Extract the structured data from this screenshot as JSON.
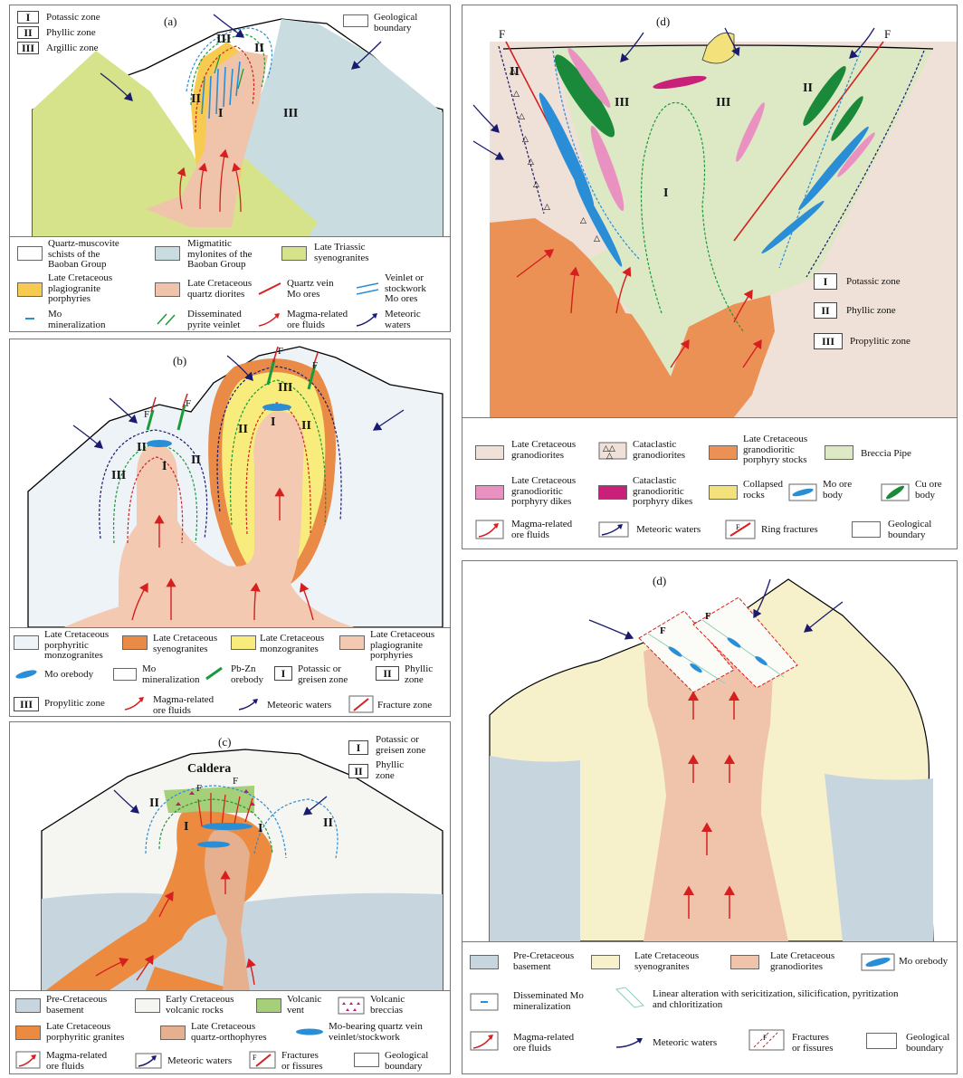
{
  "panels": {
    "a": {
      "title": "(a)",
      "zone_keys": [
        {
          "sym": "I",
          "label": "Potassic zone"
        },
        {
          "sym": "II",
          "label": "Phyllic zone"
        },
        {
          "sym": "III",
          "label": "Argillic zone"
        }
      ],
      "boundary_label": [
        "Geological",
        "boundary"
      ],
      "zone_labels": {
        "I": "I",
        "II": "II",
        "III": "III"
      },
      "legend": [
        [
          "Quartz-muscovite",
          "schists of the",
          "Baoban Group"
        ],
        [
          "Migmatitic",
          "mylonites of the",
          "Baoban Group"
        ],
        [
          "Late Triassic",
          "syenogranites"
        ],
        [
          "Late Cretaceous",
          "plagiogranite",
          "porphyries"
        ],
        [
          "Late Cretaceous",
          "quartz diorites"
        ],
        [
          "Quartz vein",
          "Mo ores"
        ],
        [
          "Veinlet or",
          "stockwork",
          "Mo ores"
        ],
        [
          "Mo",
          "mineralization"
        ],
        [
          "Disseminated",
          "pyrite veinlet"
        ],
        [
          "Magma-related",
          "ore fluids"
        ],
        [
          "Meteoric",
          "waters"
        ]
      ],
      "colors": {
        "schist": "#ffffff",
        "mylonite": "#c9dde0",
        "syeno": "#d6e38a",
        "plagio": "#f7cb4f",
        "qdiorite": "#f0c4aa"
      }
    },
    "b": {
      "title": "(b)",
      "fault_label": "F",
      "zone_labels": {
        "I": "I",
        "II": "II",
        "III": "III"
      },
      "legend": [
        [
          "Late Cretaceous",
          "porphyritic",
          "monzogranites"
        ],
        [
          "Late Cretaceous",
          "syenogranites"
        ],
        [
          "Late Cretaceous",
          "monzogranites"
        ],
        [
          "Late Cretaceous",
          "plagiogranite",
          "porphyries"
        ],
        [
          "Mo orebody"
        ],
        [
          "Mo",
          "mineralization"
        ],
        [
          "Pb-Zn",
          "orebody"
        ],
        [
          "Potassic or",
          "greisen zone"
        ],
        [
          "Phyllic",
          "zone"
        ],
        [
          "Propylitic zone"
        ],
        [
          "Magma-related",
          "ore fluids"
        ],
        [
          "Meteoric waters"
        ],
        [
          "Fracture zone"
        ]
      ],
      "colors": {
        "monzo_por": "#eef3f8",
        "syeno": "#e98a46",
        "monzo": "#f8ec7c",
        "plagio": "#f3c9b2"
      }
    },
    "c": {
      "title": "(c)",
      "caldera": "Caldera",
      "fault_label": "F",
      "zone_keys": [
        {
          "sym": "I",
          "label": [
            "Potassic or",
            "greisen zone"
          ]
        },
        {
          "sym": "II",
          "label": [
            "Phyllic",
            "zone"
          ]
        }
      ],
      "zone_labels": {
        "I": "I",
        "II": "II"
      },
      "legend": [
        [
          "Pre-Cretaceous",
          "basement"
        ],
        [
          "Early Cretaceous",
          "volcanic rocks"
        ],
        [
          "Volcanic",
          "vent"
        ],
        [
          "Volcanic",
          "breccias"
        ],
        [
          "Late Cretaceous",
          "porphyritic granites"
        ],
        [
          "Late Cretaceous",
          "quartz-orthophyres"
        ],
        [
          "Mo-bearing quartz vein",
          "veinlet/stockwork"
        ],
        [
          "Magma-related",
          "ore fluids"
        ],
        [
          "Meteoric waters"
        ],
        [
          "Fractures",
          "or fissures"
        ],
        [
          "Geological",
          "boundary"
        ]
      ],
      "colors": {
        "basement": "#c7d5df",
        "volcanic": "#f5f5f2",
        "vent": "#a6cf7a",
        "granite": "#ec8b3f",
        "orthophyre": "#e6b08f"
      }
    },
    "d1": {
      "title": "(d)",
      "fault_label": "F",
      "zone_labels": {
        "I": "I",
        "II": "II",
        "III": "III"
      },
      "zone_keys": [
        {
          "sym": "I",
          "label": "Potassic zone"
        },
        {
          "sym": "II",
          "label": "Phyllic zone"
        },
        {
          "sym": "III",
          "label": "Propylitic zone"
        }
      ],
      "legend": [
        [
          "Late Cretaceous",
          "granodiorites"
        ],
        [
          "Cataclastic",
          "granodiorites"
        ],
        [
          "Late Cretaceous",
          "granodioritic",
          "porphyry stocks"
        ],
        [
          "Breccia Pipe"
        ],
        [
          "Late Cretaceous",
          "granodioritic",
          "porphyry dikes"
        ],
        [
          "Cataclastic",
          "granodioritic",
          "porphyry dikes"
        ],
        [
          "Collapsed",
          "rocks"
        ],
        [
          "Mo ore",
          "body"
        ],
        [
          "Cu ore",
          "body"
        ],
        [
          "Magma-related",
          "ore fluids"
        ],
        [
          "Meteoric waters"
        ],
        [
          "Ring fractures"
        ],
        [
          "Geological",
          "boundary"
        ]
      ],
      "colors": {
        "granodiorite": "#efe0d8",
        "stock": "#ec9155",
        "pipe": "#dde8c4",
        "dike": "#e992c2",
        "cat_dike": "#c9217a",
        "collapsed": "#f3e27c"
      }
    },
    "d2": {
      "title": "(d)",
      "fault_label": "F",
      "legend": [
        [
          "Pre-Cretaceous",
          "basement"
        ],
        [
          "Late Cretaceous",
          "syenogranites"
        ],
        [
          "Late Cretaceous",
          "granodiorites"
        ],
        [
          "Mo orebody"
        ],
        [
          "Disseminated Mo",
          "mineralization"
        ],
        [
          "Linear alteration with sericitization, silicification, pyritization",
          "and chloritization"
        ],
        [
          "Magma-related",
          "ore fluids"
        ],
        [
          "Meteoric waters"
        ],
        [
          "Fractures",
          "or fissures"
        ],
        [
          "Geological",
          "boundary"
        ]
      ],
      "colors": {
        "basement": "#c7d5df",
        "syeno": "#f7f1cb",
        "granodiorite": "#f0c4aa"
      }
    }
  }
}
